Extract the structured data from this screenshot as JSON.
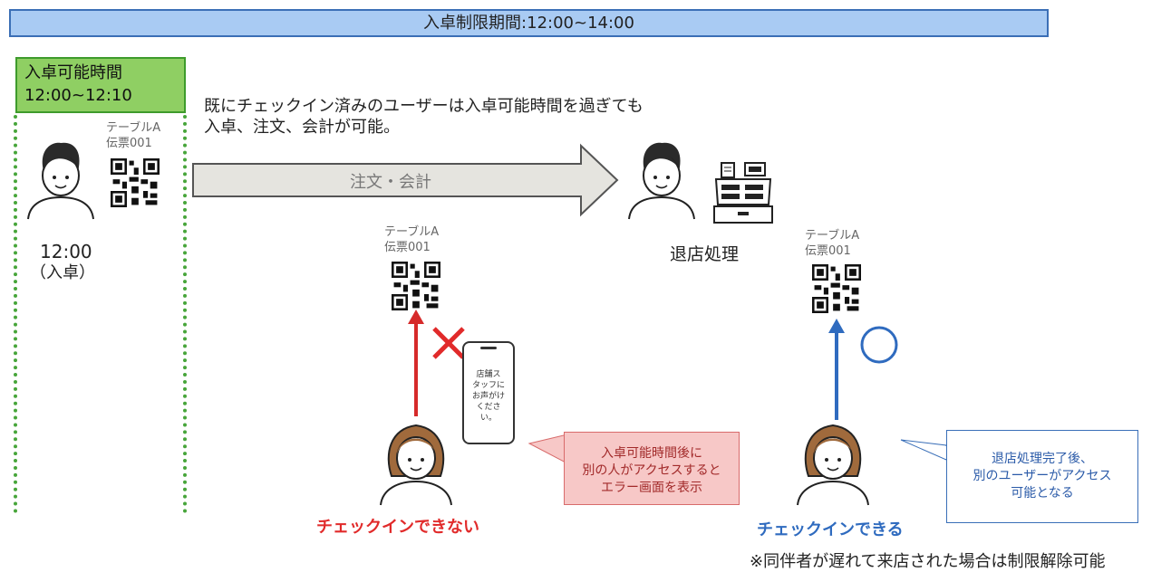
{
  "banner": {
    "text": "入卓制限期間:12:00~14:00"
  },
  "window_box": {
    "line1": "入卓可能時間",
    "line2": "12:00~12:10"
  },
  "note": {
    "line1": "既にチェックイン済みのユーザーは入卓可能時間を過ぎても",
    "line2": "入卓、注文、会計が可能。"
  },
  "ticket": {
    "table": "テーブルA",
    "slip": "伝票001"
  },
  "entry": {
    "time": "12:00",
    "label": "（入卓）"
  },
  "flow": {
    "arrow_label": "注文・会計",
    "exit_label": "退店処理"
  },
  "phone": {
    "message": [
      "店舗ス",
      "タッフに",
      "お声がけ",
      "くださ",
      "い。"
    ]
  },
  "error_box": {
    "line1": "入卓可能時間後に",
    "line2": "別の人がアクセスすると",
    "line3": "エラー画面を表示"
  },
  "info_box": {
    "line1": "退店処理完了後、",
    "line2": "別のユーザーがアクセス",
    "line3": "可能となる"
  },
  "results": {
    "fail": "チェックインできない",
    "success": "チェックインできる"
  },
  "footnote": "※同伴者が遅れて来店された場合は制限解除可能",
  "colors": {
    "banner_bg": "#a9cbf3",
    "window_bg": "#8fcf63",
    "error_red": "#e12a2a",
    "success_blue": "#2f6bbf"
  },
  "icons": [
    "person-icon",
    "qr-code-icon",
    "cash-register-icon",
    "smartphone-icon",
    "cross-mark-icon",
    "circle-mark-icon"
  ]
}
